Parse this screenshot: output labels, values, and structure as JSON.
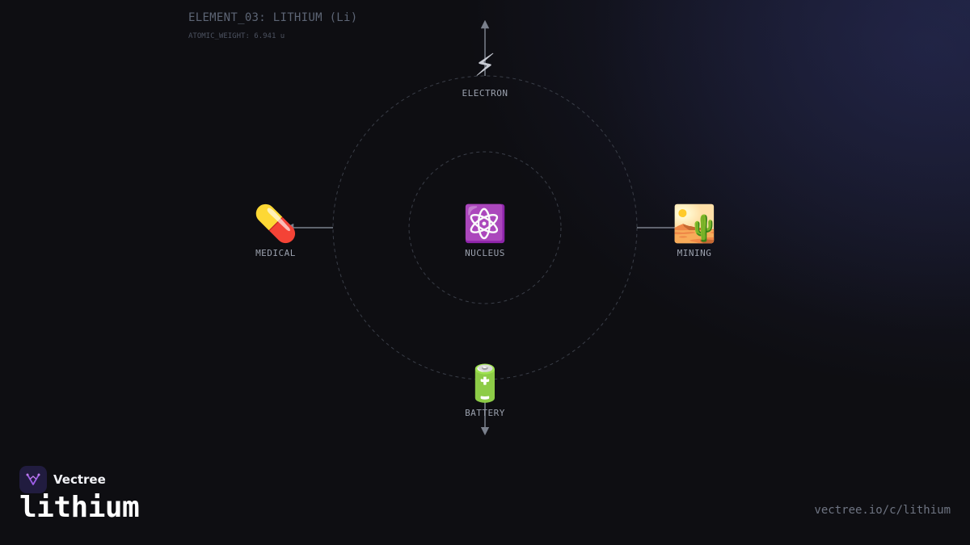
{
  "header": {
    "title": "ELEMENT_03: LITHIUM (Li)",
    "subtitle": "ATOMIC_WEIGHT: 6.941 u"
  },
  "diagram": {
    "center": {
      "icon": "atom-icon",
      "glyph": "⚛️",
      "label": "NUCLEUS"
    },
    "nodes": {
      "top": {
        "icon": "lightning-icon",
        "glyph": "⚡",
        "label": "ELECTRON"
      },
      "right": {
        "icon": "desert-cactus-icon",
        "glyph": "🏜️",
        "label": "MINING"
      },
      "bottom": {
        "icon": "battery-icon",
        "glyph": "🔋",
        "label": "BATTERY"
      },
      "left": {
        "icon": "pill-icon",
        "glyph": "💊",
        "label": "MEDICAL"
      }
    },
    "colors": {
      "orbit": "#3a3e48",
      "arrow": "#7a808c"
    }
  },
  "brand": {
    "name": "Vectree",
    "logo_icon": "vectree-logo-icon",
    "accent": "#9b5de5"
  },
  "page_title": "lithium",
  "url": "vectree.io/c/lithium"
}
